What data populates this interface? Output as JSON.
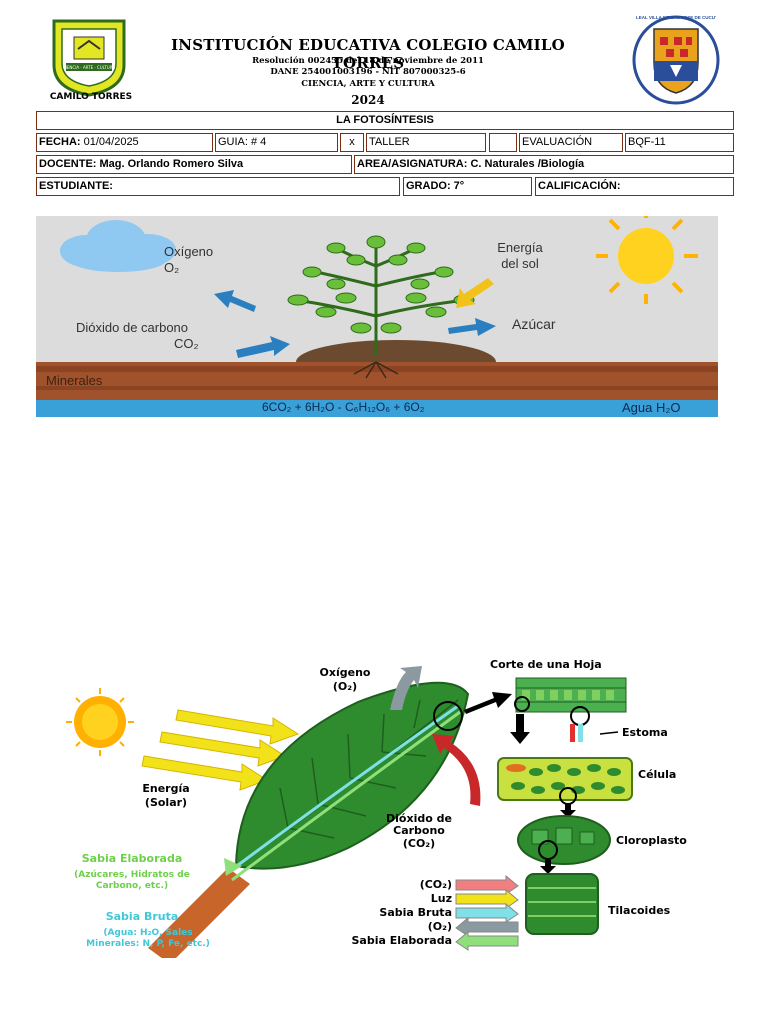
{
  "header": {
    "school_name": "INSTITUCIÓN EDUCATIVA COLEGIO CAMILO TORRES",
    "resolution": "Resolución 002435 del 18 de noviembre de 2011",
    "dane": "DANE 254001003196 - NIT 807000325-6",
    "motto": "CIENCIA, ARTE Y CULTURA",
    "year": "2024",
    "left_logo_caption": "CAMILO TORRES",
    "left_logo_banner": "CIENCIA · ARTE · CULTURA",
    "right_logo_ring": "LEAL VILLA DE SAN JOSE DE CUCUTA"
  },
  "form": {
    "title": "LA FOTOSÍNTESIS",
    "fecha_label": "FECHA:",
    "fecha_value": "01/04/2025",
    "guia": "GUIA: # 4",
    "mark": "x",
    "taller": "TALLER",
    "evaluacion": "EVALUACIÓN",
    "code": "BQF-11",
    "docente": "DOCENTE: Mag. Orlando Romero Silva",
    "area": "AREA/ASIGNATURA: C. Naturales /Biología",
    "estudiante": "ESTUDIANTE:",
    "grado": "GRADO: 7°",
    "calificacion": "CALIFICACIÓN:"
  },
  "figure1": {
    "oxygen": "Oxígeno",
    "oxygen_formula": "O₂",
    "energy_line1": "Energía",
    "energy_line2": "del sol",
    "co2": "Dióxido de carbono",
    "co2_formula": "CO₂",
    "sugar": "Azúcar",
    "minerals": "Minerales",
    "equation": "6CO₂ + 6H₂O - C₆H₁₂O₆ + 6O₂",
    "water": "Agua H₂O",
    "colors": {
      "sky": "#dcdcdc",
      "soil": "#a0522d",
      "water": "#3aa0d8",
      "arrow": "#2a7fc0",
      "sun": "#ffd21f"
    }
  },
  "figure2": {
    "oxygen": "Oxígeno",
    "oxygen_formula": "(O₂)",
    "leaf_section": "Corte de una Hoja",
    "stoma": "Estoma",
    "cell": "Célula",
    "chloroplast": "Cloroplasto",
    "thylakoids": "Tilacoides",
    "energy_line1": "Energía",
    "energy_line2": "(Solar)",
    "co2_line1": "Dióxido de",
    "co2_line2": "Carbono",
    "co2_formula": "(CO₂)",
    "elaborated_sap": "Sabia Elaborada",
    "elaborated_sap_note1": "(Azúcares, Hidratos de",
    "elaborated_sap_note2": "Carbono, etc.)",
    "raw_sap": "Sabia Bruta",
    "raw_sap_note1": "(Agua: H₂O, Sales",
    "raw_sap_note2": "Minerales: N, P, Fe, etc.)",
    "legend": [
      {
        "label": "(CO₂)",
        "color": "#f08080"
      },
      {
        "label": "Luz",
        "color": "#f2e21a"
      },
      {
        "label": "Sabia Bruta",
        "color": "#7fe0e8"
      },
      {
        "label": "(O₂)",
        "color": "#8a9aa0"
      },
      {
        "label": "Sabia Elaborada",
        "color": "#8fe07a"
      }
    ]
  }
}
